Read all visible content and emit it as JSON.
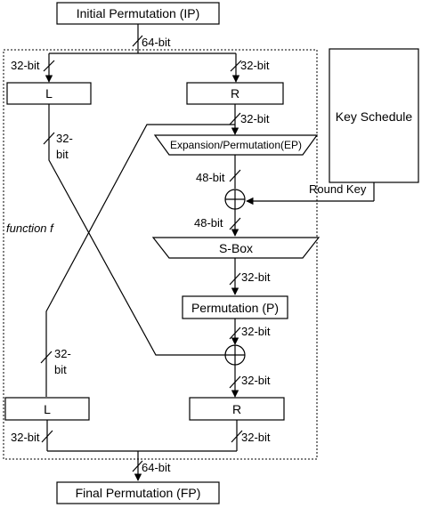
{
  "title_ip": "Initial Permutation (IP)",
  "title_fp": "Final Permutation (FP)",
  "key_schedule": "Key Schedule",
  "round_key": "Round Key",
  "function_label": "function f",
  "left_block": "L",
  "right_block": "R",
  "ep_box": "Expansion/Permutation(EP)",
  "sbox": "S-Box",
  "perm_box": "Permutation (P)",
  "labels": {
    "bits64_top": "64-bit",
    "bits32_top_left": "32-bit",
    "bits32_top_right": "32-bit",
    "bits32_r_ep": "32-bit",
    "bits32_l_cross_a": "32-",
    "bits32_l_cross_b": "bit",
    "bits48_a": "48-bit",
    "bits48_b": "48-bit",
    "bits32_sbox_p": "32-bit",
    "bits32_p_xor": "32-bit",
    "bits32_xor_r": "32-bit",
    "bits32_lb_a": "32-",
    "bits32_lb_b": "bit",
    "bits32_bottom_left": "32-bit",
    "bits32_bottom_right": "32-bit",
    "bits64_bottom": "64-bit"
  }
}
